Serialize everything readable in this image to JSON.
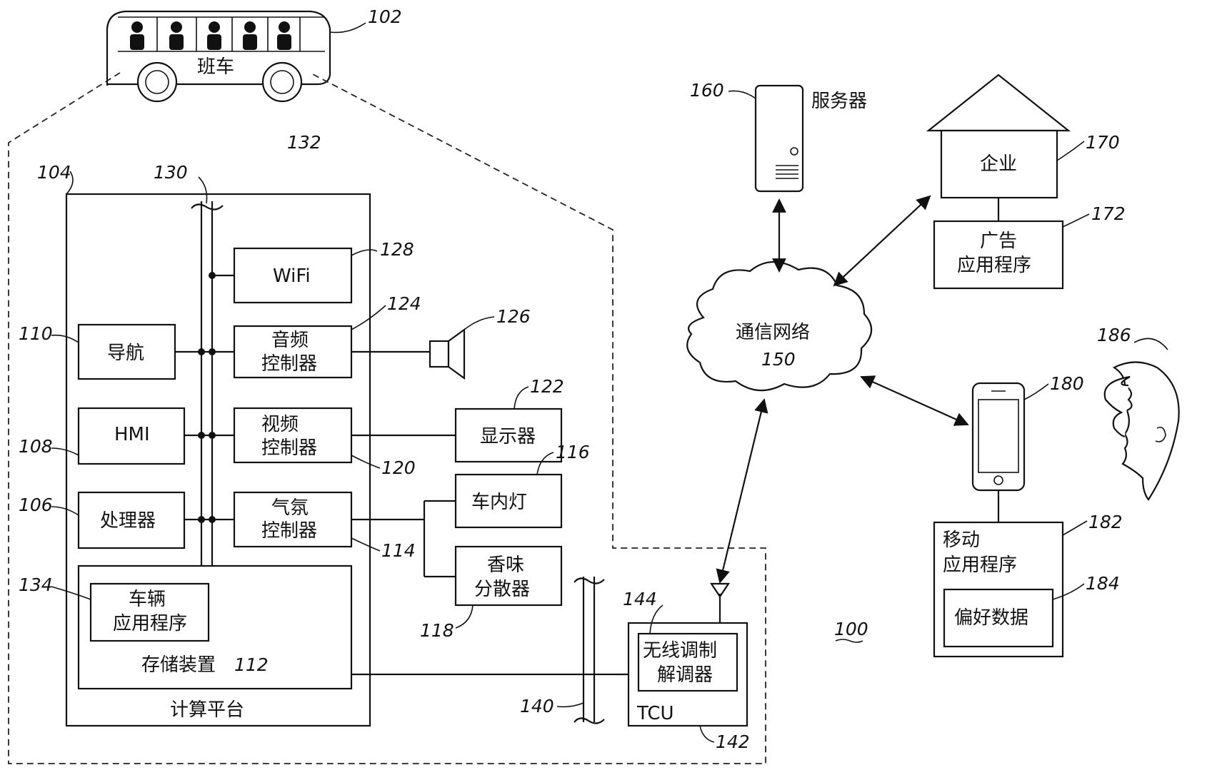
{
  "vehicle": {
    "label": "班车",
    "ref": "102"
  },
  "ref_132": "132",
  "computing_platform": {
    "label": "计算平台",
    "ref": "104"
  },
  "bus_ref": "130",
  "modules": {
    "wifi": {
      "label": "WiFi",
      "ref": "128"
    },
    "audio": {
      "line1": "音频",
      "line2": "控制器",
      "ref": "124"
    },
    "video": {
      "line1": "视频",
      "line2": "控制器",
      "ref": "120"
    },
    "climate": {
      "line1": "气氛",
      "line2": "控制器",
      "ref": "114"
    },
    "nav": {
      "label": "导航",
      "ref": "110"
    },
    "hmi": {
      "label": "HMI",
      "ref": "108"
    },
    "processor": {
      "label": "处理器",
      "ref": "106"
    },
    "storage": {
      "label": "存储装置",
      "ref": "112"
    },
    "vehicle_app": {
      "line1": "车辆",
      "line2": "应用程序",
      "ref": "134"
    }
  },
  "peripherals": {
    "speaker": {
      "ref": "126"
    },
    "display": {
      "label": "显示器",
      "ref": "122"
    },
    "cabin_light": {
      "label": "车内灯",
      "ref": "116"
    },
    "scent": {
      "line1": "香味",
      "line2": "分散器",
      "ref": "118"
    }
  },
  "tcu": {
    "label": "TCU",
    "ref": "142",
    "bus_ref": "140"
  },
  "modem": {
    "line1": "无线调制",
    "line2": "解调器",
    "ref": "144"
  },
  "server": {
    "label": "服务器",
    "ref": "160"
  },
  "network": {
    "label": "通信网络",
    "ref": "150"
  },
  "enterprise": {
    "label": "企业",
    "ref": "170"
  },
  "ad_app": {
    "line1": "广告",
    "line2": "应用程序",
    "ref": "172"
  },
  "mobile": {
    "ref": "180"
  },
  "mobile_app": {
    "line1": "移动",
    "line2": "应用程序",
    "ref": "182"
  },
  "pref_data": {
    "label": "偏好数据",
    "ref": "184"
  },
  "user": {
    "ref": "186"
  },
  "system_ref": "100"
}
